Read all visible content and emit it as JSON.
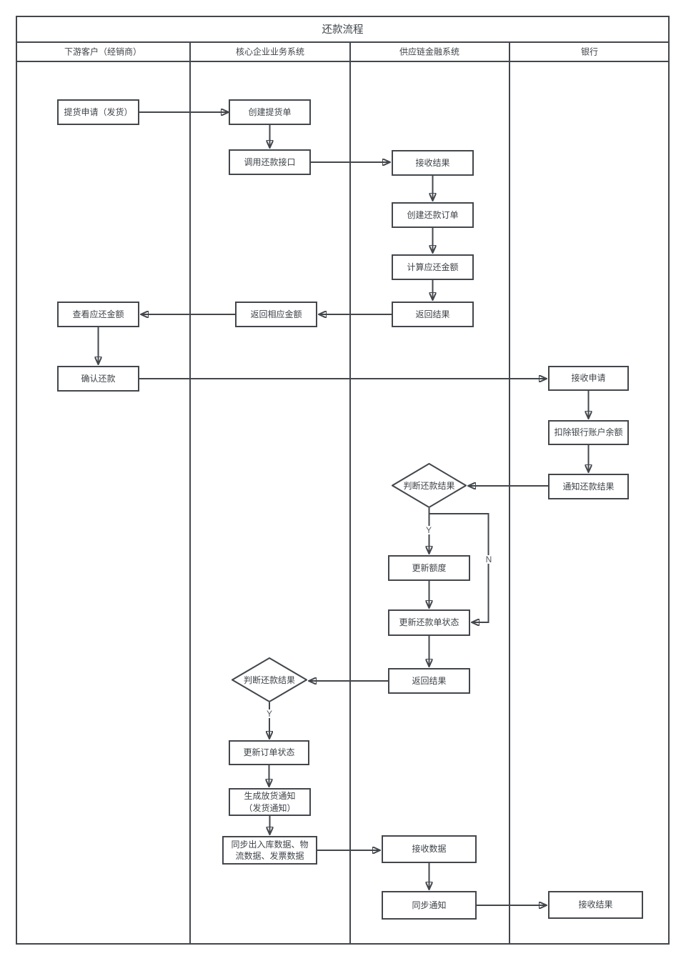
{
  "title": "还款流程",
  "lanes": [
    {
      "label": "下游客户（经销商）"
    },
    {
      "label": "核心企业业务系统"
    },
    {
      "label": "供应链金融系统"
    },
    {
      "label": "银行"
    }
  ],
  "nodes": {
    "pickup_request": {
      "label": "提货申请（发货）"
    },
    "create_pickup_order": {
      "label": "创建提货单"
    },
    "call_repayment_api": {
      "label": "调用还款接口"
    },
    "receive_result_scf": {
      "label": "接收结果"
    },
    "create_repayment_order": {
      "label": "创建还款订单"
    },
    "calc_repayable_amount": {
      "label": "计算应还金额"
    },
    "return_result_scf": {
      "label": "返回结果"
    },
    "return_amount": {
      "label": "返回相应金额"
    },
    "view_repayable_amount": {
      "label": "查看应还金额"
    },
    "confirm_repayment": {
      "label": "确认还款"
    },
    "receive_application": {
      "label": "接收申请"
    },
    "deduct_bank_balance": {
      "label": "扣除银行账户余额"
    },
    "notify_repayment_result": {
      "label": "通知还款结果"
    },
    "judge_repayment_result_scf": {
      "label": "判断还款结果"
    },
    "update_quota": {
      "label": "更新额度"
    },
    "update_repayment_status": {
      "label": "更新还款单状态"
    },
    "return_result_scf2": {
      "label": "返回结果"
    },
    "judge_repayment_result_core": {
      "label": "判断还款结果"
    },
    "update_order_status": {
      "label": "更新订单状态"
    },
    "generate_release_notice": {
      "label": "生成放货通知\n（发货通知）"
    },
    "sync_warehouse_data": {
      "label": "同步出入库数据、物\n流数据、发票数据"
    },
    "receive_data": {
      "label": "接收数据"
    },
    "sync_notice": {
      "label": "同步通知"
    },
    "receive_result_bank": {
      "label": "接收结果"
    }
  },
  "branch_labels": {
    "yes": "Y",
    "no": "N"
  },
  "colors": {
    "stroke": "#43474c",
    "text": "#3f4449",
    "background": "#ffffff"
  }
}
